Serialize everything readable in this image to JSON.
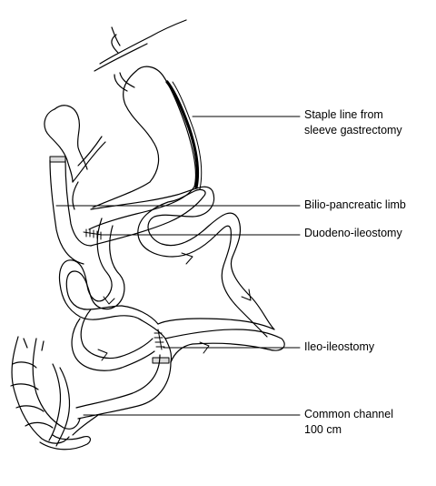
{
  "labels": {
    "staple_line": {
      "line1": "Staple line from",
      "line2": "sleeve gastrectomy"
    },
    "bilio_pancreatic": "Bilio-pancreatic limb",
    "duodeno_ileostomy": "Duodeno-ileostomy",
    "ileo_ileostomy": "Ileo-ileostomy",
    "common_channel": {
      "line1": "Common channel",
      "line2": "100 cm"
    }
  },
  "colors": {
    "ink": "#000000",
    "background": "#ffffff"
  }
}
